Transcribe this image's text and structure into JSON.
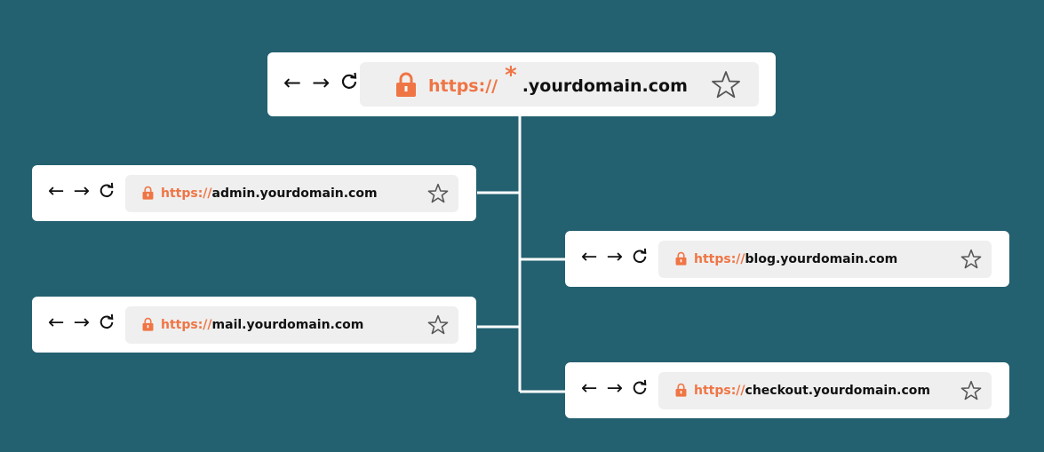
{
  "colors": {
    "background": "#236070",
    "accent": "#ef7545",
    "connector": "#ffffff",
    "url_field": "#efefef"
  },
  "nav": {
    "back_icon": "arrow-left-icon",
    "forward_icon": "arrow-right-icon",
    "reload_icon": "reload-icon",
    "back_glyph": "←",
    "forward_glyph": "→"
  },
  "main_bar": {
    "scheme": "https://",
    "wildcard": "*",
    "domain": ".yourdomain.com",
    "lock_icon": "lock-icon",
    "star_icon": "star-icon"
  },
  "subdomains": [
    {
      "scheme": "https://",
      "host": "admin.yourdomain.com"
    },
    {
      "scheme": "https://",
      "host": "blog.yourdomain.com"
    },
    {
      "scheme": "https://",
      "host": "mail.yourdomain.com"
    },
    {
      "scheme": "https://",
      "host": "checkout.yourdomain.com"
    }
  ]
}
